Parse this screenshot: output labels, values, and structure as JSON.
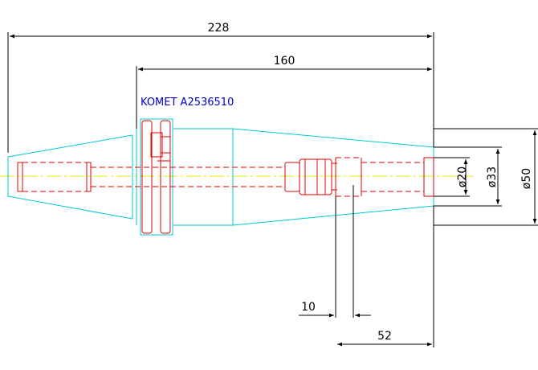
{
  "drawing": {
    "part_label": "KOMET A2536510",
    "dimensions": {
      "overall_length": "228",
      "body_length": "160",
      "bore_depth": "52",
      "offset": "10",
      "diameter_inner": "ø20",
      "diameter_mid": "ø33",
      "diameter_outer": "ø50"
    },
    "colors": {
      "outline": "#00c8d2",
      "hidden": "#e00000",
      "dimension": "#000000",
      "label": "#0000cc",
      "centerline": "#e8e800"
    }
  }
}
